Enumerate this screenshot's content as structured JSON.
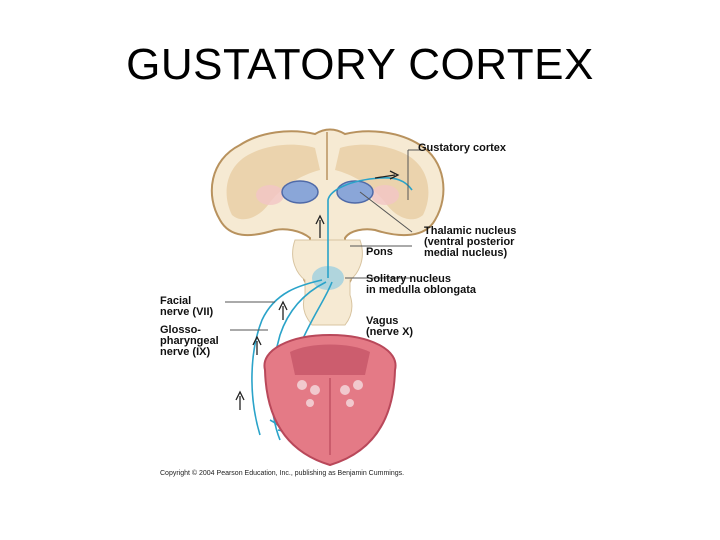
{
  "title": "GUSTATORY CORTEX",
  "labels": {
    "gustatory_cortex": "Gustatory cortex",
    "thalamic_nucleus": [
      "Thalamic nucleus",
      "(ventral posterior",
      "medial nucleus)"
    ],
    "pons": "Pons",
    "solitary_nucleus": [
      "Solitary nucleus",
      "in medulla oblongata"
    ],
    "facial_nerve": [
      "Facial",
      "nerve (VII)"
    ],
    "glosso_nerve": [
      "Glosso-",
      "pharyngeal",
      "nerve (IX)"
    ],
    "vagus_nerve": [
      "Vagus",
      "(nerve X)"
    ]
  },
  "copyright": "Copyright © 2004 Pearson Education, Inc., publishing as Benjamin Cummings.",
  "colors": {
    "brain_tan": "#e9cfa6",
    "brain_cream": "#f6ead3",
    "brain_outline": "#b8925e",
    "thalamus_blue": "#8aa6d8",
    "nerve_blue": "#2aa3c9",
    "tongue_pink": "#e47a86",
    "tongue_dark": "#b9485a"
  }
}
